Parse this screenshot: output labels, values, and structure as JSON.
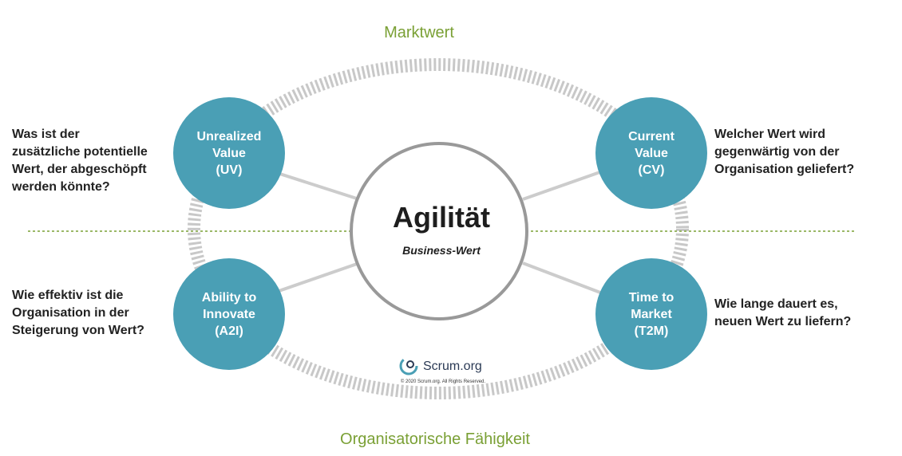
{
  "top_label": "Marktwert",
  "bottom_label": "Organisatorische Fähigkeit",
  "center": {
    "title": "Agilität",
    "subtitle": "Business-Wert"
  },
  "areas": {
    "uv": {
      "circle": "Unrealized\nValue\n(UV)",
      "question": "Was ist der\nzusätzliche potentielle\nWert, der abgeschöpft\nwerden könnte?"
    },
    "cv": {
      "circle": "Current\nValue\n(CV)",
      "question": "Welcher Wert wird\ngegenwärtig von der\nOrganisation geliefert?"
    },
    "a2i": {
      "circle": "Ability to\nInnovate\n(A2I)",
      "question": "Wie effektiv ist die\nOrganisation in der\nSteigerung von Wert?"
    },
    "t2m": {
      "circle": "Time to\nMarket\n(T2M)",
      "question": "Wie lange dauert es,\nneuen Wert zu liefern?"
    }
  },
  "logo": {
    "text": "Scrum.org",
    "copyright": "© 2020 Scrum.org. All Rights Reserved."
  },
  "colors": {
    "circle": "#4a9fb5",
    "green": "#7aa035",
    "ring": "#c8c8c8",
    "connector": "#cccccc"
  }
}
